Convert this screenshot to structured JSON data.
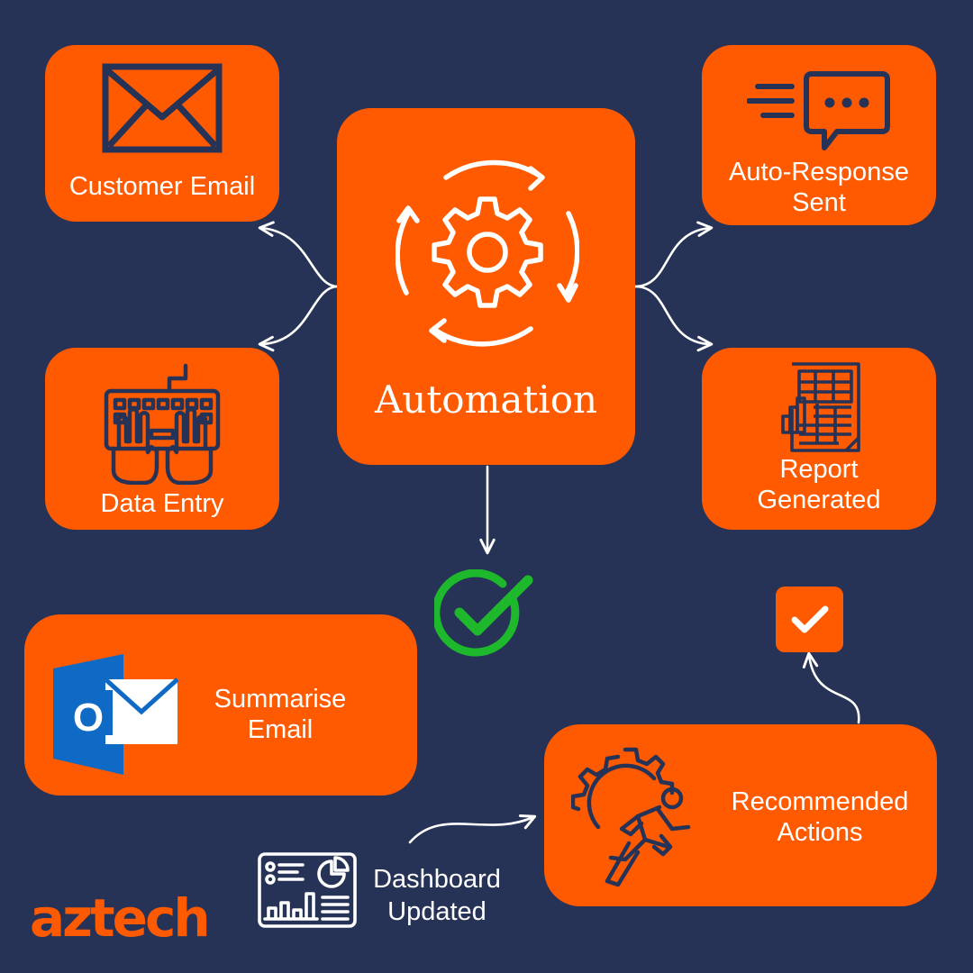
{
  "colors": {
    "background": "#263356",
    "box": "#ff5a00",
    "line_icon": "#263356",
    "check_green": "#1db82c",
    "brand": "#ff5a00",
    "outlook_blue": "#0f6ac6"
  },
  "center": {
    "label": "Automation",
    "icon": "gear-cycle-icon"
  },
  "nodes": {
    "customer_email": {
      "label": "Customer Email",
      "icon": "envelope-icon"
    },
    "data_entry": {
      "label": "Data Entry",
      "icon": "keyboard-hands-icon"
    },
    "auto_response": {
      "label_line1": "Auto-Response",
      "label_line2": "Sent",
      "icon": "chat-bubble-icon"
    },
    "report": {
      "label_line1": "Report",
      "label_line2": "Generated",
      "icon": "report-document-icon"
    },
    "summarise": {
      "label_line1": "Summarise",
      "label_line2": "Email",
      "icon": "outlook-icon",
      "outlook_letter": "O"
    },
    "recommended": {
      "label_line1": "Recommended",
      "label_line2": "Actions",
      "icon": "gear-runner-icon"
    },
    "dashboard": {
      "label_line1": "Dashboard",
      "label_line2": "Updated",
      "icon": "dashboard-icon"
    }
  },
  "status": {
    "success_icon": "check-circle-icon",
    "done_icon": "checkbox-icon"
  },
  "brand": {
    "name": "aztech"
  }
}
